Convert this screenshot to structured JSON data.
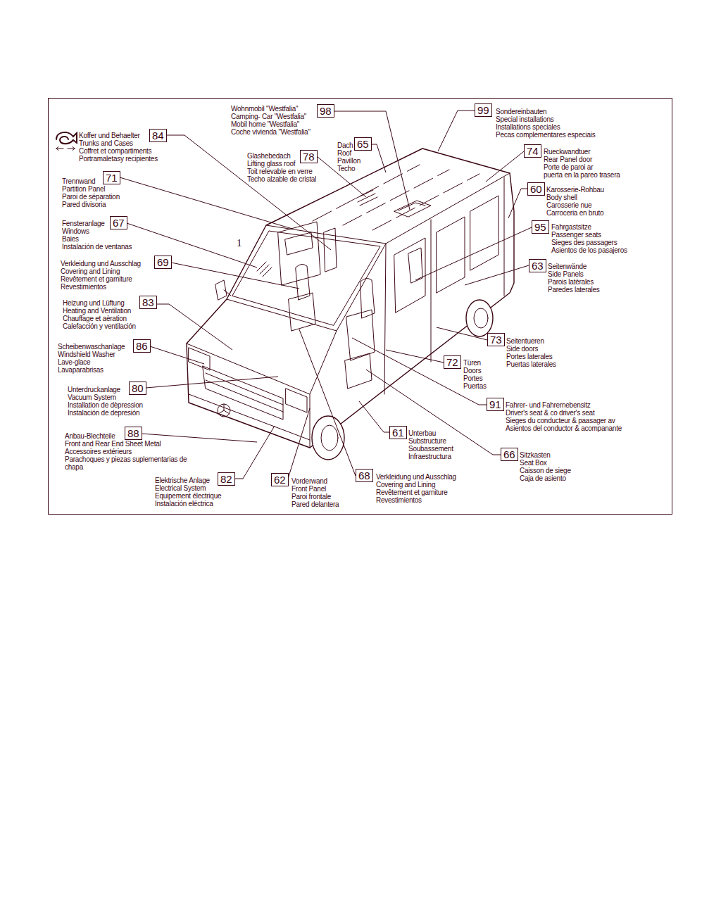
{
  "diagram": {
    "nodes": [
      {
        "text": [
          "98"
        ]
      },
      {
        "text": [
          "99"
        ]
      },
      {
        "text": [
          "84"
        ]
      },
      {
        "text": [
          "65"
        ]
      },
      {
        "text": [
          "78"
        ]
      },
      {
        "text": [
          "74"
        ]
      },
      {
        "text": [
          "71"
        ]
      },
      {
        "text": [
          "60"
        ]
      },
      {
        "text": [
          "67"
        ]
      },
      {
        "text": [
          "95"
        ]
      },
      {
        "text": [
          "69"
        ]
      },
      {
        "text": [
          "63"
        ]
      },
      {
        "text": [
          "83"
        ]
      },
      {
        "text": [
          "73"
        ]
      },
      {
        "text": [
          "86"
        ]
      },
      {
        "text": [
          "72"
        ]
      },
      {
        "text": [
          "80"
        ]
      },
      {
        "text": [
          "91"
        ]
      },
      {
        "text": [
          "61"
        ]
      },
      {
        "text": [
          "88"
        ]
      },
      {
        "text": [
          "66"
        ]
      },
      {
        "text": [
          "82"
        ]
      },
      {
        "text": [
          "62"
        ]
      },
      {
        "text": [
          "68"
        ]
      }
    ],
    "labels": [
      "Wohnmobil \"Westfalia\"",
      "Camping- Car \"Westfalia\"",
      "Mobil home \"Westfalia\"",
      "Coche vivienda \"Westfalia\"",
      "Sondereinbauten",
      "Special installations",
      "Installations speciales",
      "Pecas complementares especiais",
      "Koffer und Behaelter",
      "Trunks and Cases",
      "Coffret et compartiments",
      "Portramaletasy recipientes",
      "Dach",
      "Roof",
      "Pavillon",
      "Techo",
      "Glashebedach",
      "Lifting glass roof",
      "Toit relevable en verre",
      "Techo alzable de cristal",
      "Rueckwandtuer",
      "Rear Panel door",
      "Porte de paroi ar",
      "puerta en la pareo trasera",
      "Trennwand",
      "Partition Panel",
      "Paroi de séparation",
      "Pared divisoria",
      "Karosserie-Rohbau",
      "Body shell",
      "Carosserie nue",
      "Carroceria en bruto",
      "Fensteranlage",
      "Windows",
      "Baies",
      "Instalación de ventanas",
      "Fahrgastsitze",
      "Passenger seats",
      "Sieges des passagers",
      "Asientos de los pasajeros",
      "Verkleidung und Ausschlag",
      "Covering and Lining",
      "Revêtement et garniture",
      "Revestimientos",
      "Seitenwände",
      "Side Panels",
      "Parois latèrales",
      "Paredes laterales",
      "Heizung und Lüftung",
      "Heating and Ventilation",
      "Chauffage et aèration",
      "Calefacción y ventilación",
      "Seitentueren",
      "Side doors",
      "Portes laterales",
      "Puertas laterales",
      "Scheibenwaschanlage",
      "Windshield Washer",
      "Lave-glace",
      "Lavaparabrisas",
      "Türen",
      "Doors",
      "Portes",
      "Puertas",
      "Unterdruckanlage",
      "Vacuum System",
      "Installation de dèpression",
      "Instalación de depresión",
      "Fahrer- und Fahrernebensitz",
      "Driver's seat & co driver's seat",
      "Sieges du conducteur & paasager av",
      "Asientos del conductor & acompanante",
      "Unterbau",
      "Substructure",
      "Soubassement",
      "Infraestructura",
      "Anbau-Blechteile",
      "Front and Rear End Sheet Metal",
      "Accessoires extérieurs",
      "Parachoques y piezas suplementarias de chapa",
      "Sitzkasten",
      "Seat Box",
      "Caisson de siege",
      "Caja de asiento",
      "Elektrische Anlage",
      "Electrical System",
      "Equipement électrique",
      "Instalación eléctrica",
      "Vorderwand",
      "Front Panel",
      "Paroi frontale",
      "Pared delantera",
      "Verkleidung und Ausschlag",
      "Covering and Lining",
      "Revêtement et garniture",
      "Revestimientos",
      "1"
    ]
  }
}
